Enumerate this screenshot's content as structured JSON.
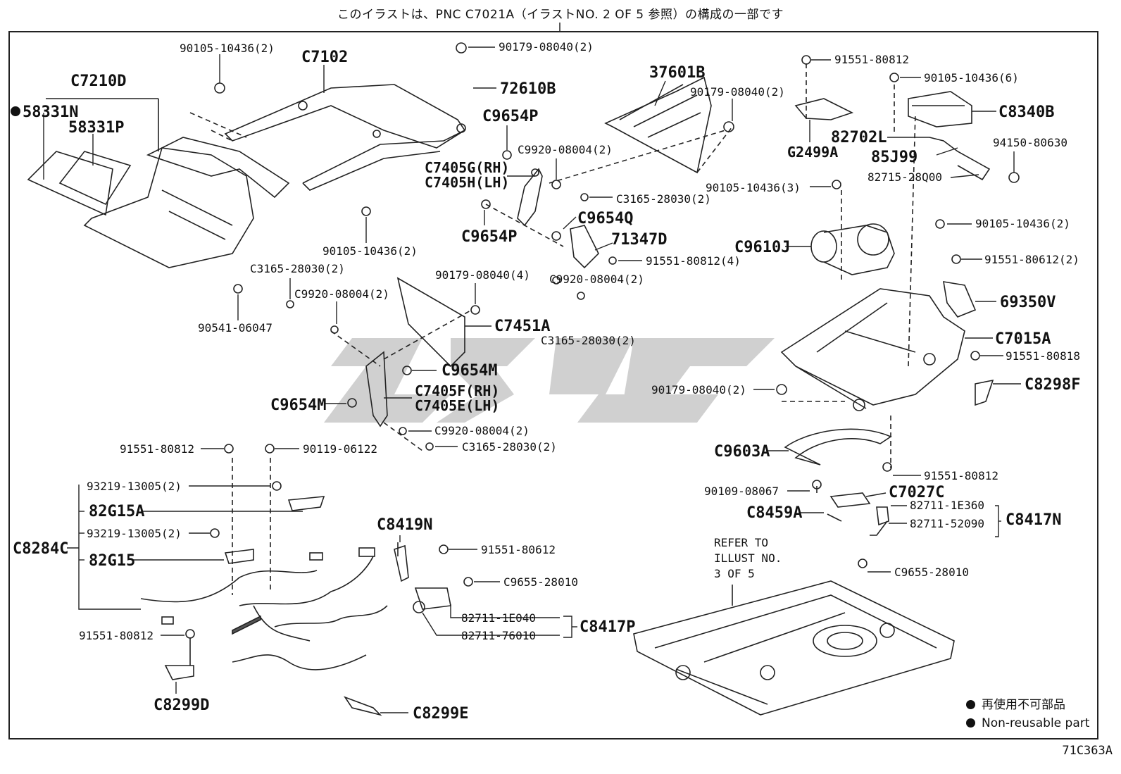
{
  "header_note": "このイラストは、PNC C7021A（イラストNO. 2 OF 5 参照）の構成の一部です",
  "legend": {
    "items": [
      {
        "symbol": "filled-circle-icon",
        "text": "再使用不可部品"
      },
      {
        "symbol": "filled-circle-icon",
        "text": "Non-reusable part"
      }
    ]
  },
  "refer_note": [
    "REFER TO",
    "ILLUST NO.",
    "3 OF 5"
  ],
  "reference_code": "71C363A",
  "callouts": {
    "c1": "90105-10436(2)",
    "c2": "C7102",
    "c3": "C7210D",
    "c4": "58331N",
    "c5": "58331P",
    "c6": "90179-08040(2)",
    "c7": "72610B",
    "c8": "C9654P",
    "c9": "37601B",
    "c10": "90179-08040(2)",
    "c11": "C9920-08004(2)",
    "c12": "C7405G(RH)",
    "c13": "C7405H(LH)",
    "c14": "C3165-28030(2)",
    "c15": "C9654P",
    "c16": "C9654Q",
    "c17": "71347D",
    "c18": "91551-80812(4)",
    "c19": "90105-10436(2)",
    "c20": "C3165-28030(2)",
    "c21": "C9920-08004(2)",
    "c22": "90179-08040(4)",
    "c23": "C9920-08004(2)",
    "c24": "C3165-28030(2)",
    "c25": "90541-06047",
    "c26": "C7451A",
    "c27": "C9654M",
    "c28": "C7405F(RH)",
    "c29": "C7405E(LH)",
    "c30": "C9654M",
    "c31": "C9920-08004(2)",
    "c32": "C3165-28030(2)",
    "c33": "91551-80812",
    "c34": "G2499A",
    "c35": "90105-10436(6)",
    "c36": "C8340B",
    "c37": "82702L",
    "c38": "94150-80630",
    "c39": "85J99",
    "c40": "82715-28Q00",
    "c41": "90105-10436(3)",
    "c42": "90105-10436(2)",
    "c43": "C9610J",
    "c44": "91551-80612(2)",
    "c45": "69350V",
    "c46": "C7015A",
    "c47": "91551-80818",
    "c48": "90179-08040(2)",
    "c49": "C8298F",
    "c50": "C9603A",
    "c51": "91551-80812",
    "c52": "90109-08067",
    "c53": "C7027C",
    "c54": "C8459A",
    "c55": "82711-1E360",
    "c56": "82711-52090",
    "c57": "C8417N",
    "c58": "C9655-28010",
    "c59": "91551-80812",
    "c60": "90119-06122",
    "c61": "93219-13005(2)",
    "c62": "82G15A",
    "c63": "93219-13005(2)",
    "c64": "82G15",
    "c65": "C8284C",
    "c66": "C8419N",
    "c67": "91551-80612",
    "c68": "C9655-28010",
    "c69": "82711-1E040",
    "c70": "82711-76010",
    "c71": "C8417P",
    "c72": "91551-80812",
    "c73": "C8299D",
    "c74": "C8299E"
  }
}
